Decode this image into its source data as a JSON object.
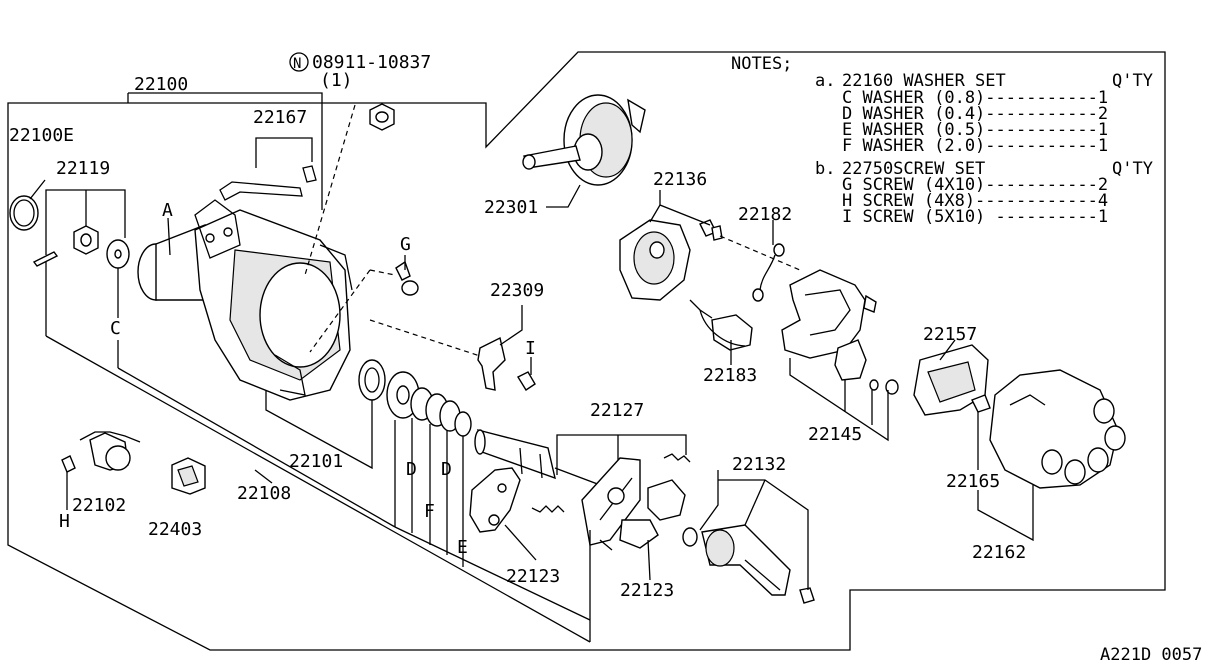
{
  "labels": {
    "p22100": "22100",
    "p22100e": "22100E",
    "p22119": "22119",
    "p22167": "22167",
    "bolt_part": "08911-10837",
    "bolt_qty": "(1)",
    "bolt_symbol": "N",
    "p22301": "22301",
    "p22136": "22136",
    "p22182": "22182",
    "p22309": "22309",
    "p22183": "22183",
    "p22157": "22157",
    "p22145": "22145",
    "p22101": "22101",
    "p22108": "22108",
    "p22102": "22102",
    "p22403": "22403",
    "p22127": "22127",
    "p22132": "22132",
    "p22123a": "22123",
    "p22123b": "22123",
    "p22165": "22165",
    "p22162": "22162",
    "letter_a": "A",
    "letter_c": "C",
    "letter_g": "G",
    "letter_h": "H",
    "letter_i": "I",
    "letter_d1": "D",
    "letter_d2": "D",
    "letter_f": "F",
    "letter_e": "E"
  },
  "notes": {
    "title": "NOTES;",
    "set_a": {
      "marker": "a.",
      "header": "22160 WASHER SET",
      "qty_header": "Q'TY",
      "rows": [
        "C WASHER (0.8)-----------1",
        "D WASHER (0.4)-----------2",
        "E WASHER (0.5)-----------1",
        "F WASHER (2.0)-----------1"
      ]
    },
    "set_b": {
      "marker": "b.",
      "header": "22750SCREW SET",
      "qty_header": "Q'TY",
      "rows": [
        "G SCREW (4X10)-----------2",
        "H SCREW (4X8)------------4",
        "I SCREW (5X10) ----------1"
      ]
    }
  },
  "footer_code": "A221D 0057"
}
